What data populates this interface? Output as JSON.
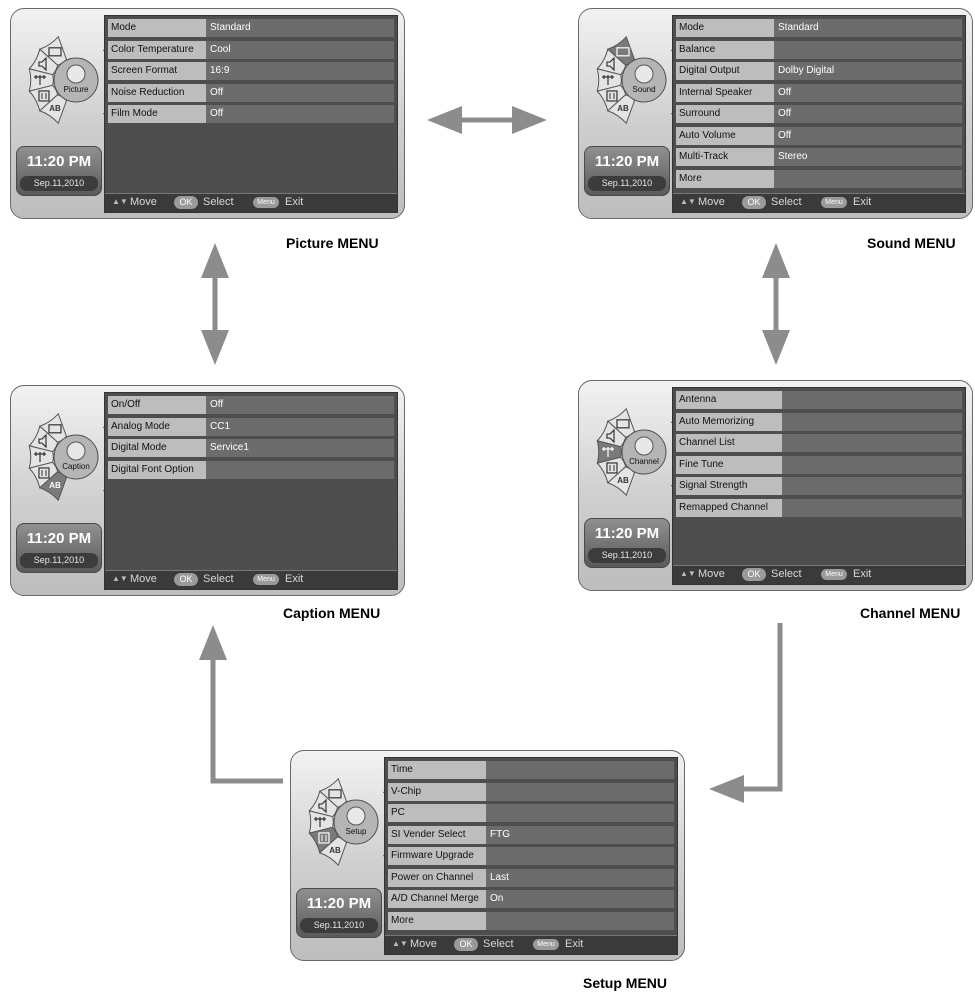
{
  "common": {
    "time": "11:20 PM",
    "date": "Sep.11,2010",
    "footer": {
      "move": "Move",
      "ok": "OK",
      "select": "Select",
      "menu": "Menu",
      "exit": "Exit"
    },
    "dial": {
      "ab": "AB"
    }
  },
  "panels": {
    "picture": {
      "title": "Picture MENU",
      "hub_label": "Picture",
      "rows": [
        {
          "label": "Mode",
          "value": "Standard"
        },
        {
          "label": "Color Temperature",
          "value": "Cool"
        },
        {
          "label": "Screen Format",
          "value": "16:9"
        },
        {
          "label": "Noise Reduction",
          "value": "Off"
        },
        {
          "label": "Film Mode",
          "value": "Off"
        }
      ]
    },
    "sound": {
      "title": "Sound MENU",
      "hub_label": "Sound",
      "rows": [
        {
          "label": "Mode",
          "value": "Standard"
        },
        {
          "label": "Balance",
          "value": ""
        },
        {
          "label": "Digital Output",
          "value": "Dolby Digital"
        },
        {
          "label": "Internal Speaker",
          "value": "Off"
        },
        {
          "label": "Surround",
          "value": "Off"
        },
        {
          "label": "Auto Volume",
          "value": "Off"
        },
        {
          "label": "Multi-Track",
          "value": "Stereo"
        },
        {
          "label": "More",
          "value": ""
        }
      ]
    },
    "caption": {
      "title": "Caption MENU",
      "hub_label": "Caption",
      "rows": [
        {
          "label": "On/Off",
          "value": "Off"
        },
        {
          "label": "Analog Mode",
          "value": "CC1"
        },
        {
          "label": "Digital Mode",
          "value": "Service1"
        },
        {
          "label": "Digital Font Option",
          "value": ""
        }
      ]
    },
    "channel": {
      "title": "Channel MENU",
      "hub_label": "Channel",
      "rows": [
        {
          "label": "Antenna",
          "value": ""
        },
        {
          "label": "Auto Memorizing",
          "value": ""
        },
        {
          "label": "Channel List",
          "value": ""
        },
        {
          "label": "Fine Tune",
          "value": ""
        },
        {
          "label": "Signal Strength",
          "value": ""
        },
        {
          "label": "Remapped Channel",
          "value": ""
        }
      ]
    },
    "setup": {
      "title": "Setup MENU",
      "hub_label": "Setup",
      "rows": [
        {
          "label": "Time",
          "value": ""
        },
        {
          "label": "V-Chip",
          "value": ""
        },
        {
          "label": "PC",
          "value": ""
        },
        {
          "label": "SI Vender Select",
          "value": "FTG"
        },
        {
          "label": "Firmware Upgrade",
          "value": ""
        },
        {
          "label": "Power on Channel",
          "value": "Last"
        },
        {
          "label": "A/D Channel Merge",
          "value": "On"
        },
        {
          "label": "More",
          "value": ""
        }
      ]
    }
  }
}
